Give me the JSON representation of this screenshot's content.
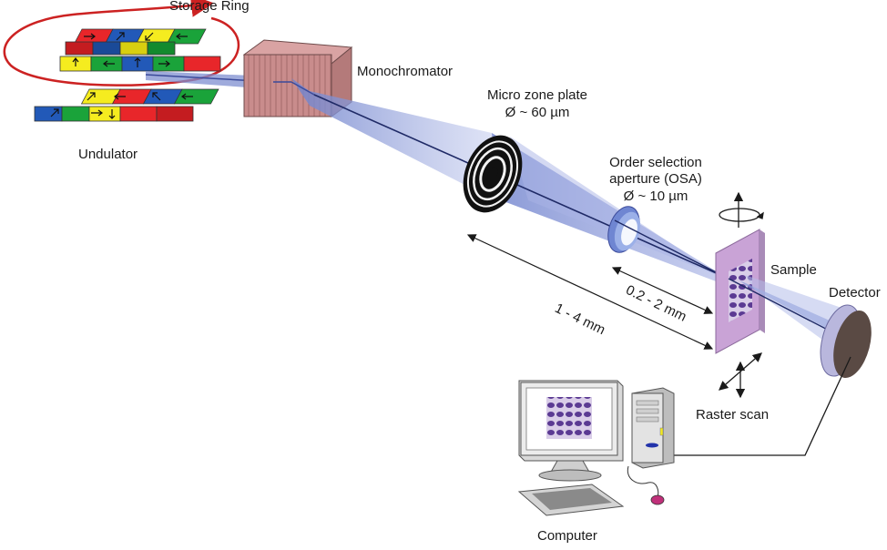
{
  "labels": {
    "storage_ring": "Storage Ring",
    "undulator": "Undulator",
    "monochromator": "Monochromator",
    "zone_plate_title": "Micro zone plate",
    "zone_plate_size": "Ø ~ 60 µm",
    "osa_line1": "Order selection",
    "osa_line2": "aperture  (OSA)",
    "osa_size": "Ø ~ 10 µm",
    "sample": "Sample",
    "detector": "Detector",
    "raster_scan": "Raster scan",
    "computer": "Computer",
    "dist_zp_sample": "1 - 4 mm",
    "dist_osa_sample": "0.2 - 2 mm"
  },
  "colors": {
    "beam": "#7f8fd0",
    "beam_dark": "#3b4a9a",
    "ring_arrow": "#cc2222",
    "monochromator": "#c98c8c",
    "sample": "#c9a3d6",
    "osa": "#8fa3dd",
    "detector_face": "#5a4a44",
    "detector_rim": "#b9b7dd",
    "magnet_red": "#e8262a",
    "magnet_green": "#1aa33a",
    "magnet_blue": "#2259b8",
    "magnet_yellow": "#f5ec1f",
    "pattern": "#5b3a93"
  }
}
